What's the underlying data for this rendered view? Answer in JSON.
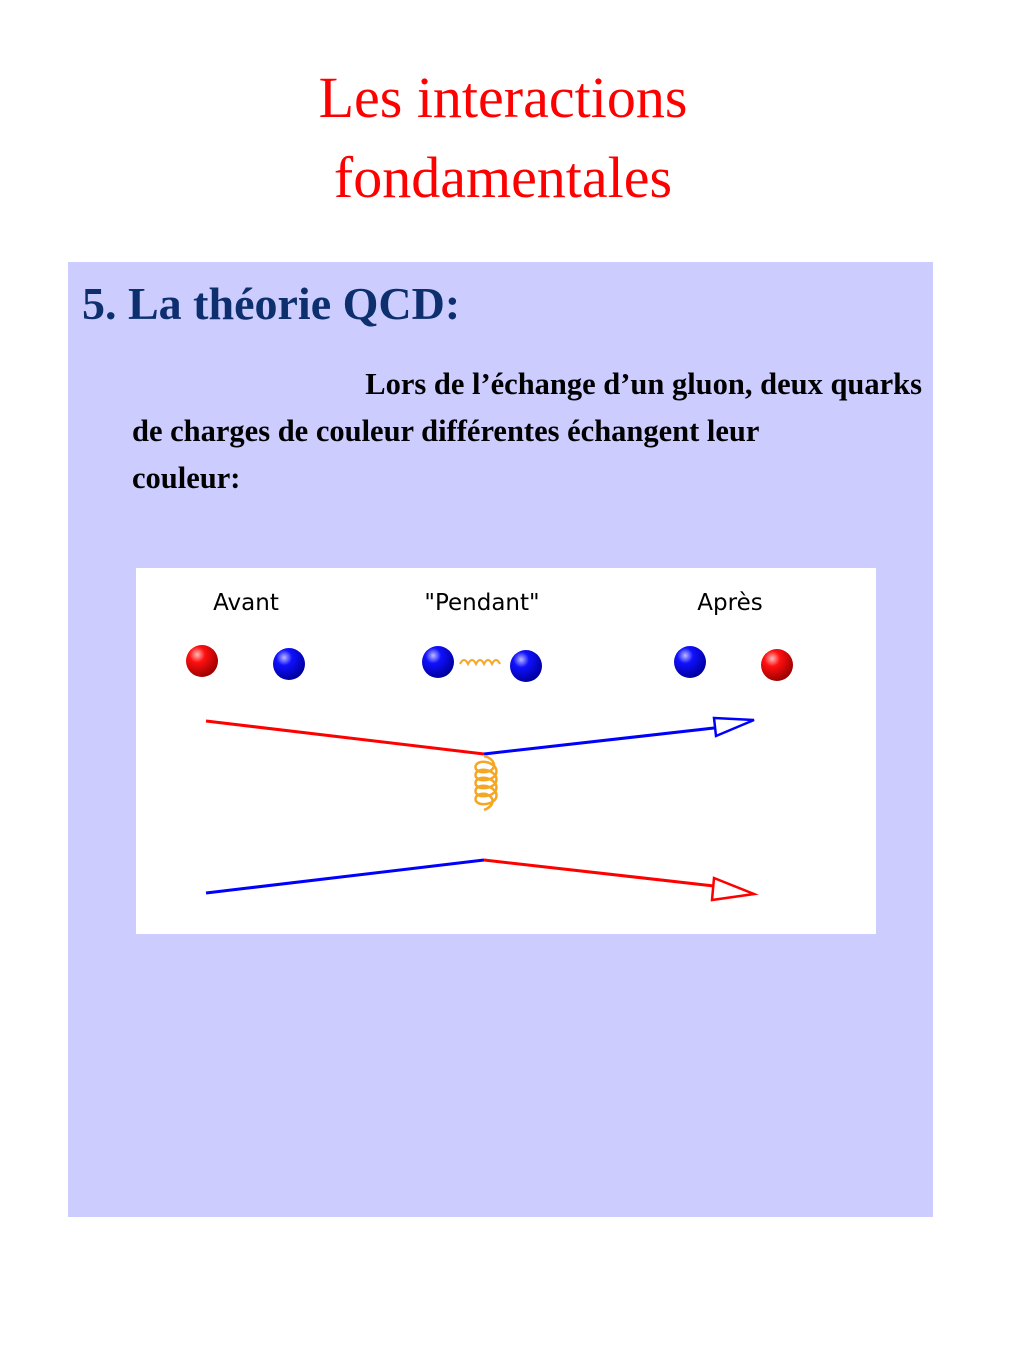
{
  "title": {
    "line1": "Les interactions",
    "line2": "fondamentales",
    "color": "#ff0000"
  },
  "section": {
    "heading": "5. La théorie QCD:",
    "paragraph_line1": "Lors de l’échange d’un gluon, deux quarks",
    "paragraph_line2": "de charges de couleur différentes échangent leur",
    "paragraph_line3": "couleur:"
  },
  "diagram": {
    "labels": {
      "before": "Avant",
      "during": "\"Pendant\"",
      "after": "Après"
    },
    "colors": {
      "red_quark": "#ff0000",
      "blue_quark": "#0000ff",
      "gluon": "#f5a623",
      "panel_background": "#ccccff"
    }
  }
}
